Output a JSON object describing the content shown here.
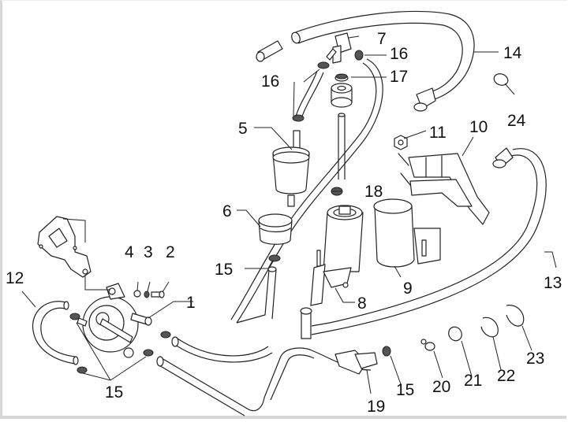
{
  "diagram": {
    "kind": "exploded parts diagram",
    "subject": "fuel system hoses, filter and pump",
    "callouts": [
      {
        "id": "c1",
        "label": "1"
      },
      {
        "id": "c2",
        "label": "2"
      },
      {
        "id": "c3",
        "label": "3"
      },
      {
        "id": "c4",
        "label": "4"
      },
      {
        "id": "c5",
        "label": "5"
      },
      {
        "id": "c6",
        "label": "6"
      },
      {
        "id": "c7",
        "label": "7"
      },
      {
        "id": "c8",
        "label": "8"
      },
      {
        "id": "c9",
        "label": "9"
      },
      {
        "id": "c10",
        "label": "10"
      },
      {
        "id": "c11",
        "label": "11"
      },
      {
        "id": "c12",
        "label": "12"
      },
      {
        "id": "c13",
        "label": "13"
      },
      {
        "id": "c14",
        "label": "14"
      },
      {
        "id": "c15a",
        "label": "15"
      },
      {
        "id": "c15b",
        "label": "15"
      },
      {
        "id": "c15c",
        "label": "15"
      },
      {
        "id": "c16a",
        "label": "16"
      },
      {
        "id": "c16b",
        "label": "16"
      },
      {
        "id": "c17",
        "label": "17"
      },
      {
        "id": "c18",
        "label": "18"
      },
      {
        "id": "c19",
        "label": "19"
      },
      {
        "id": "c20",
        "label": "20"
      },
      {
        "id": "c21",
        "label": "21"
      },
      {
        "id": "c22",
        "label": "22"
      },
      {
        "id": "c23",
        "label": "23"
      },
      {
        "id": "c24",
        "label": "24"
      }
    ]
  }
}
